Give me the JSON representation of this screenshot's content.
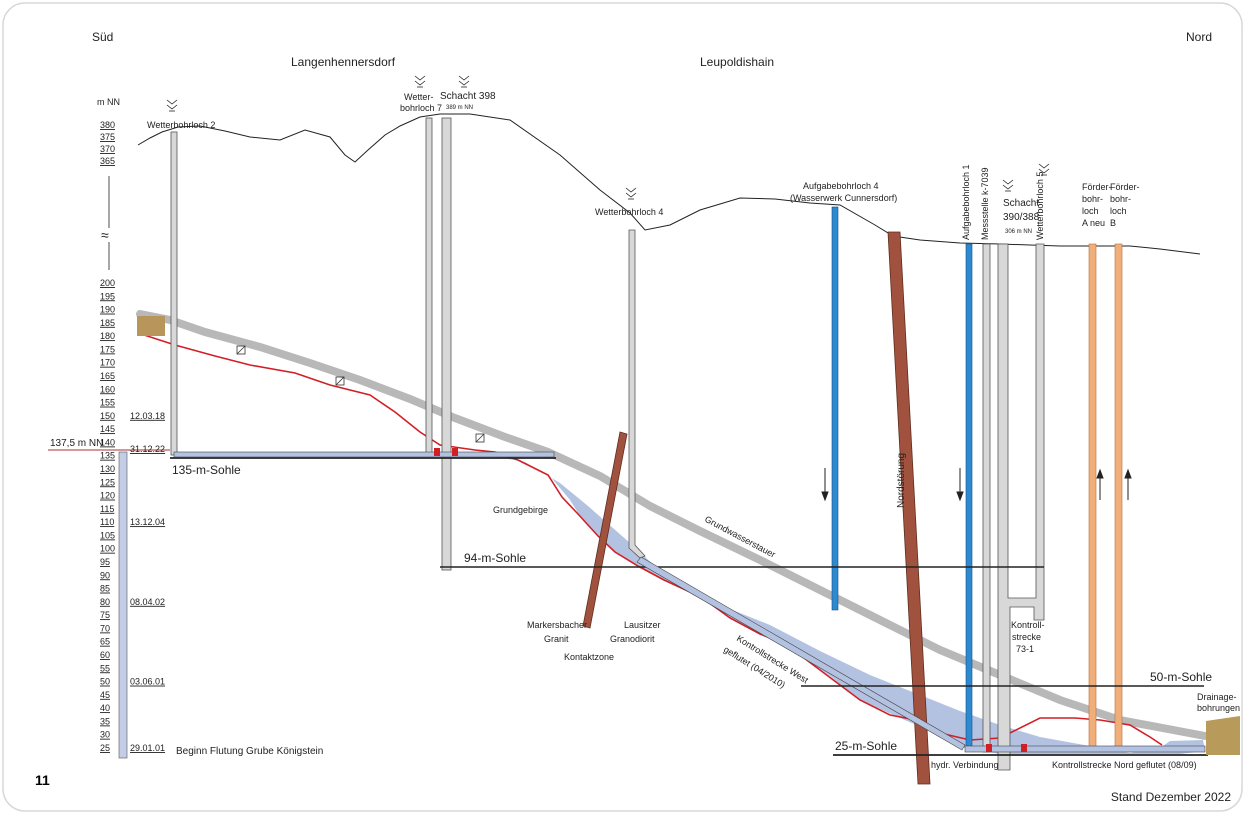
{
  "orientation": {
    "south": "Süd",
    "north": "Nord"
  },
  "villages": {
    "left": "Langenhennersdorf",
    "right": "Leupoldishain"
  },
  "axis": {
    "unit": "m NN",
    "upper_ticks": [
      "380",
      "375",
      "370",
      "365"
    ],
    "lower_ticks": [
      "200",
      "195",
      "190",
      "185",
      "180",
      "175",
      "170",
      "165",
      "160",
      "155",
      "150",
      "145",
      "140",
      "135",
      "130",
      "125",
      "120",
      "115",
      "110",
      "105",
      "100",
      "95",
      "90",
      "85",
      "80",
      "75",
      "70",
      "65",
      "60",
      "55",
      "50",
      "45",
      "40",
      "35",
      "30",
      "25"
    ],
    "break_symbol": "≈",
    "highlight_level": "137,5 m NN"
  },
  "flood_dates": [
    {
      "date": "12.03.18",
      "level": 150
    },
    {
      "date": "31.12.22",
      "level": 137.5
    },
    {
      "date": "13.12.04",
      "level": 110
    },
    {
      "date": "08.04.02",
      "level": 80
    },
    {
      "date": "03.06.01",
      "level": 50
    },
    {
      "date": "29.01.01",
      "level": 25
    }
  ],
  "flood_start_note": "Beginn Flutung Grube Königstein",
  "shafts": {
    "wetterbohrloch2": "Wetterbohrloch 2",
    "wetterbohrloch7_a": "Wetter-",
    "wetterbohrloch7_b": "bohrloch 7",
    "schacht398": "Schacht 398",
    "schacht398_elev": "389 m NN",
    "wetterbohrloch4": "Wetterbohrloch 4",
    "aufgabe4_a": "Aufgabebohrloch 4",
    "aufgabe4_b": "(Wasserwerk Cunnersdorf)",
    "aufgabe1": "Aufgabebohrloch 1",
    "messstelle": "Messstelle k-7039",
    "schacht390_a": "Schacht",
    "schacht390_b": "390/388",
    "schacht390_elev": "306 m NN",
    "wetterbohrloch5": "Wetterbohrloch 5",
    "foerderA": [
      "Förder-",
      "bohr-",
      "loch",
      "A neu"
    ],
    "foerderB": [
      "Förder-",
      "bohr-",
      "loch",
      "B"
    ]
  },
  "levels": {
    "sohle135": "135-m-Sohle",
    "sohle94": "94-m-Sohle",
    "sohle50": "50-m-Sohle",
    "sohle25": "25-m-Sohle"
  },
  "geology": {
    "grundgebirge": "Grundgebirge",
    "grundwasserstauer": "Grundwasserstauer",
    "nordstoerung": "Nordstörung",
    "markersbacher_a": "Markersbacher",
    "markersbacher_b": "Granit",
    "kontaktzone": "Kontaktzone",
    "lausitzer_a": "Lausitzer",
    "lausitzer_b": "Granodiorit"
  },
  "drifts": {
    "west_a": "Kontrollstrecke West",
    "west_b": "geflutet (04/2010)",
    "kontroll73_a": "Kontroll-",
    "kontroll73_b": "strecke",
    "kontroll73_c": "73-1",
    "hydr": "hydr. Verbindung",
    "nord": "Kontrollstrecke Nord geflutet (08/09)",
    "drainage_a": "Drainage-",
    "drainage_b": "bohrungen"
  },
  "page_number": "11",
  "status": "Stand Dezember 2022",
  "colors": {
    "water": "#b4c2e2",
    "water_line": "#d21f26",
    "aquitard": "#b8b8b8",
    "fault": "#a0523f",
    "infiltration_well": "#2b8ad0",
    "extraction_well": "#f2ae78",
    "shaft_fill": "#d8d8d8",
    "gauge_fill": "#c4cde8",
    "highlight_level": "#a83030"
  }
}
